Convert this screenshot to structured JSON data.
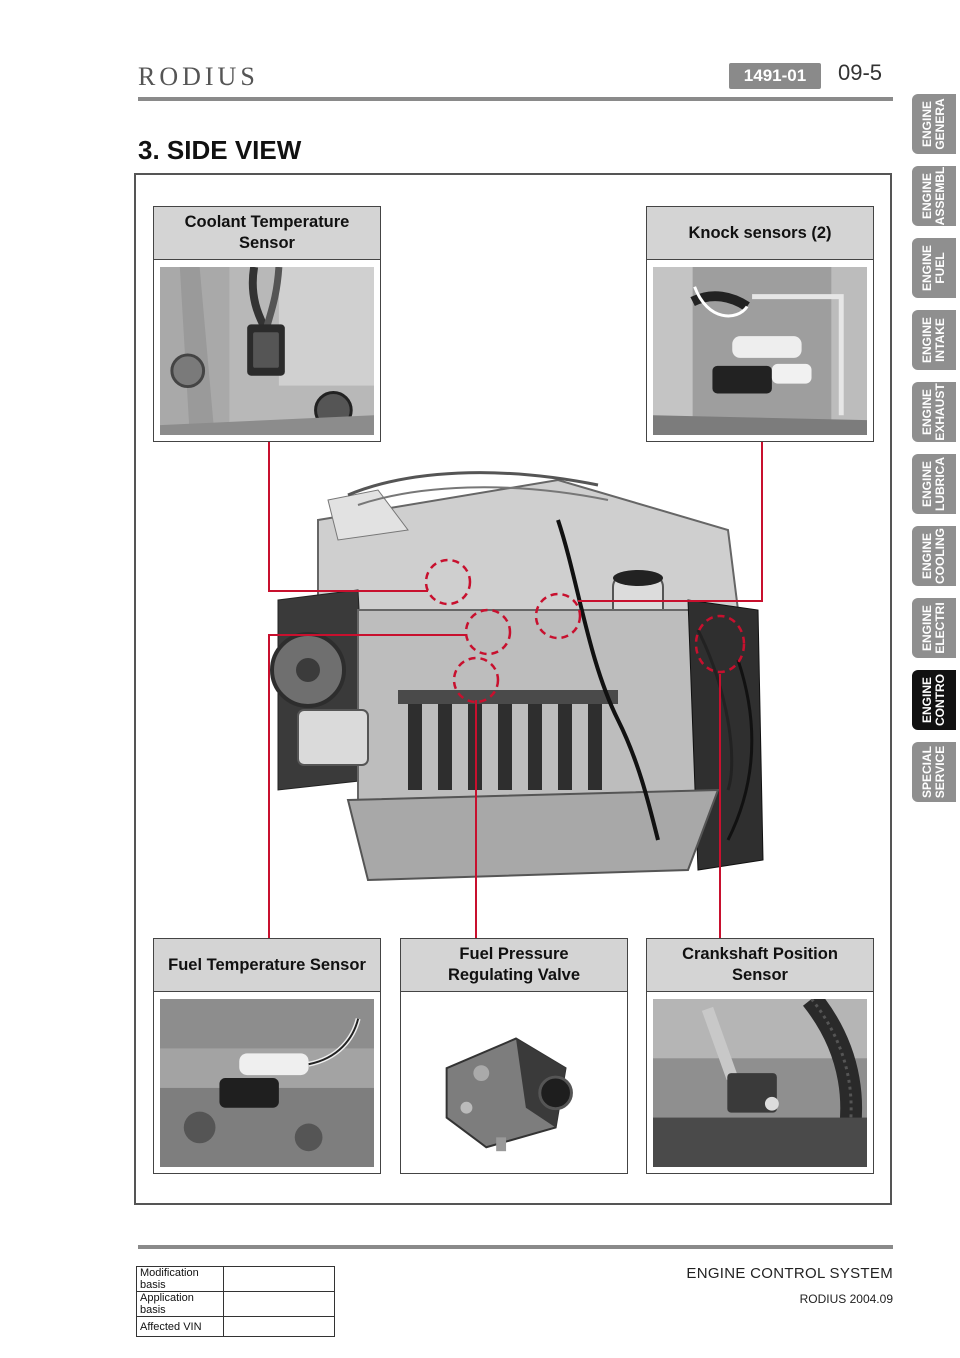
{
  "header": {
    "brand": "RODIUS",
    "code": "1491-01",
    "page": "09-5"
  },
  "section_title": "3. SIDE VIEW",
  "tabs": [
    {
      "label": "ENGINE\nGENERA",
      "active": false
    },
    {
      "label": "ENGINE\nASSEMBL",
      "active": false
    },
    {
      "label": "ENGINE\nFUEL",
      "active": false
    },
    {
      "label": "ENGINE\nINTAKE",
      "active": false
    },
    {
      "label": "ENGINE\nEXHAUST",
      "active": false
    },
    {
      "label": "ENGINE\nLUBRICA",
      "active": false
    },
    {
      "label": "ENGINE\nCOOLING",
      "active": false
    },
    {
      "label": "ENGINE\nELECTRI",
      "active": false
    },
    {
      "label": "ENGINE\nCONTRO",
      "active": true
    },
    {
      "label": "SPECIAL\nSERVICE",
      "active": false
    }
  ],
  "panels": {
    "coolant": "Coolant Temperature\nSensor",
    "knock": "Knock sensors (2)",
    "fuel_temp": "Fuel Temperature Sensor",
    "fuel_pressure": "Fuel Pressure\nRegulating Valve",
    "crankshaft": "Crankshaft Position\nSensor"
  },
  "footer": {
    "title": "ENGINE CONTROL SYSTEM",
    "subtitle": "RODIUS 2004.09",
    "rows": [
      "Modification basis",
      "Application basis",
      "Affected VIN"
    ]
  },
  "colors": {
    "callout": "#c8102e",
    "tab": "#8f8f8f",
    "tab_active": "#111111",
    "panel_head": "#d4d4d4"
  }
}
